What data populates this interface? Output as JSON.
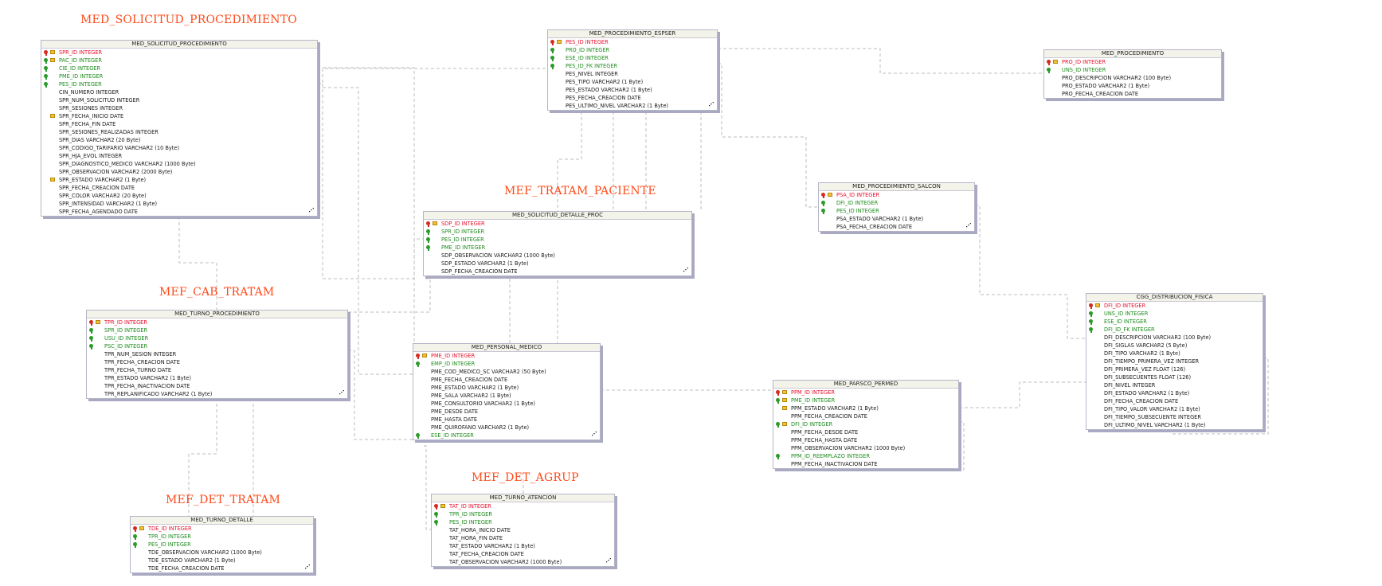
{
  "labels": {
    "mef_solicitud_procedimiento": "MED_SOLICITUD_PROCEDIMIENTO",
    "mef_tratam_paciente": "MEF_TRATAM_PACIENTE",
    "mef_cab_tratam": "MEF_CAB_TRATAM",
    "mef_det_tratam": "MEF_DET_TRATAM",
    "mef_det_agrup": "MEF_DET_AGRUP"
  },
  "colors": {
    "group_label": "#ff4a1a",
    "pk": "#e8112d",
    "fk": "#1e8c1e",
    "normal": "#1a1a1a",
    "connector": "#bdbdbd",
    "title_bg": "#f4f3ea",
    "shadow": "#a9a9c2"
  },
  "entities": {
    "med_solicitud_procedimiento": {
      "title": "MED_SOLICITUD_PROCEDIMIENTO",
      "columns": [
        {
          "text": "SPR_ID INTEGER",
          "kind": "pk",
          "idx": true
        },
        {
          "text": "PAC_ID INTEGER",
          "kind": "fk",
          "idx": true
        },
        {
          "text": "CIE_ID INTEGER",
          "kind": "fk",
          "idx": false
        },
        {
          "text": "PME_ID INTEGER",
          "kind": "fk",
          "idx": false
        },
        {
          "text": "PES_ID INTEGER",
          "kind": "fk",
          "idx": false
        },
        {
          "text": "CIN_NUMERO INTEGER",
          "kind": "normal",
          "idx": false
        },
        {
          "text": "SPR_NUM_SOLICITUD INTEGER",
          "kind": "normal",
          "idx": false
        },
        {
          "text": "SPR_SESIONES INTEGER",
          "kind": "normal",
          "idx": false
        },
        {
          "text": "SPR_FECHA_INICIO DATE",
          "kind": "normal",
          "idx": true
        },
        {
          "text": "SPR_FECHA_FIN DATE",
          "kind": "normal",
          "idx": false
        },
        {
          "text": "SPR_SESIONES_REALIZADAS INTEGER",
          "kind": "normal",
          "idx": false
        },
        {
          "text": "SPR_DIAS VARCHAR2 (20 Byte)",
          "kind": "normal",
          "idx": false
        },
        {
          "text": "SPR_CODIGO_TARIFARIO VARCHAR2 (10 Byte)",
          "kind": "normal",
          "idx": false
        },
        {
          "text": "SPR_HJA_EVOL INTEGER",
          "kind": "normal",
          "idx": false
        },
        {
          "text": "SPR_DIAGNOSTICO_MEDICO VARCHAR2 (1000 Byte)",
          "kind": "normal",
          "idx": false
        },
        {
          "text": "SPR_OBSERVACION VARCHAR2 (2000 Byte)",
          "kind": "normal",
          "idx": false
        },
        {
          "text": "SPR_ESTADO VARCHAR2 (1 Byte)",
          "kind": "normal",
          "idx": true
        },
        {
          "text": "SPR_FECHA_CREACION DATE",
          "kind": "normal",
          "idx": false
        },
        {
          "text": "SPR_COLOR VARCHAR2 (20 Byte)",
          "kind": "normal",
          "idx": false
        },
        {
          "text": "SPR_INTENSIDAD VARCHAR2 (1 Byte)",
          "kind": "normal",
          "idx": false
        },
        {
          "text": "SPR_FECHA_AGENDADO DATE",
          "kind": "normal",
          "idx": false
        }
      ]
    },
    "med_procedimiento_espser": {
      "title": "MED_PROCEDIMIENTO_ESPSER",
      "columns": [
        {
          "text": "PES_ID INTEGER",
          "kind": "pk",
          "idx": true
        },
        {
          "text": "PRO_ID INTEGER",
          "kind": "fk",
          "idx": false
        },
        {
          "text": "ESE_ID INTEGER",
          "kind": "fk",
          "idx": false
        },
        {
          "text": "PES_ID_FK INTEGER",
          "kind": "fk",
          "idx": false
        },
        {
          "text": "PES_NIVEL INTEGER",
          "kind": "normal",
          "idx": false
        },
        {
          "text": "PES_TIPO VARCHAR2 (1 Byte)",
          "kind": "normal",
          "idx": false
        },
        {
          "text": "PES_ESTADO VARCHAR2 (1 Byte)",
          "kind": "normal",
          "idx": false
        },
        {
          "text": "PES_FECHA_CREACION DATE",
          "kind": "normal",
          "idx": false
        },
        {
          "text": "PES_ULTIMO_NIVEL VARCHAR2 (1 Byte)",
          "kind": "normal",
          "idx": false
        }
      ]
    },
    "med_procedimiento": {
      "title": "MED_PROCEDIMIENTO",
      "columns": [
        {
          "text": "PRO_ID INTEGER",
          "kind": "pk",
          "idx": true
        },
        {
          "text": "UNS_ID INTEGER",
          "kind": "fk",
          "idx": false
        },
        {
          "text": "PRO_DESCRIPCION VARCHAR2 (100 Byte)",
          "kind": "normal",
          "idx": false
        },
        {
          "text": "PRO_ESTADO VARCHAR2 (1 Byte)",
          "kind": "normal",
          "idx": false
        },
        {
          "text": "PRO_FECHA_CREACION DATE",
          "kind": "normal",
          "idx": false
        }
      ]
    },
    "med_procedimiento_salcon": {
      "title": "MED_PROCEDIMIENTO_SALCON",
      "columns": [
        {
          "text": "PSA_ID INTEGER",
          "kind": "pk",
          "idx": true
        },
        {
          "text": "DFI_ID INTEGER",
          "kind": "fk",
          "idx": false
        },
        {
          "text": "PES_ID INTEGER",
          "kind": "fk",
          "idx": false
        },
        {
          "text": "PSA_ESTADO VARCHAR2 (1 Byte)",
          "kind": "normal",
          "idx": false
        },
        {
          "text": "PSA_FECHA_CREACION DATE",
          "kind": "normal",
          "idx": false
        }
      ]
    },
    "med_solicitud_detalle_proc": {
      "title": "MED_SOLICITUD_DETALLE_PROC",
      "columns": [
        {
          "text": "SDP_ID INTEGER",
          "kind": "pk",
          "idx": true
        },
        {
          "text": "SPR_ID INTEGER",
          "kind": "fk",
          "idx": false
        },
        {
          "text": "PES_ID INTEGER",
          "kind": "fk",
          "idx": false
        },
        {
          "text": "PME_ID INTEGER",
          "kind": "fk",
          "idx": false
        },
        {
          "text": "SDP_OBSERVACION VARCHAR2 (1000 Byte)",
          "kind": "normal",
          "idx": false
        },
        {
          "text": "SDP_ESTADO VARCHAR2 (1 Byte)",
          "kind": "normal",
          "idx": false
        },
        {
          "text": "SDP_FECHA_CREACION DATE",
          "kind": "normal",
          "idx": false
        }
      ]
    },
    "cgg_distribucion_fisica": {
      "title": "CGG_DISTRIBUCION_FISICA",
      "columns": [
        {
          "text": "DFI_ID INTEGER",
          "kind": "pk",
          "idx": true
        },
        {
          "text": "UNS_ID INTEGER",
          "kind": "fk",
          "idx": false
        },
        {
          "text": "ESE_ID INTEGER",
          "kind": "fk",
          "idx": false
        },
        {
          "text": "DFI_ID_FK INTEGER",
          "kind": "fk",
          "idx": false
        },
        {
          "text": "DFI_DESCRIPCION VARCHAR2 (100 Byte)",
          "kind": "normal",
          "idx": false
        },
        {
          "text": "DFI_SIGLAS VARCHAR2 (5 Byte)",
          "kind": "normal",
          "idx": false
        },
        {
          "text": "DFI_TIPO VARCHAR2 (1 Byte)",
          "kind": "normal",
          "idx": false
        },
        {
          "text": "DFI_TIEMPO_PRIMERA_VEZ INTEGER",
          "kind": "normal",
          "idx": false
        },
        {
          "text": "DFI_PRIMERA_VEZ FLOAT (126)",
          "kind": "normal",
          "idx": false
        },
        {
          "text": "DFI_SUBSECUENTES FLOAT (126)",
          "kind": "normal",
          "idx": false
        },
        {
          "text": "DFI_NIVEL INTEGER",
          "kind": "normal",
          "idx": false
        },
        {
          "text": "DFI_ESTADO VARCHAR2 (1 Byte)",
          "kind": "normal",
          "idx": false
        },
        {
          "text": "DFI_FECHA_CREACION DATE",
          "kind": "normal",
          "idx": false
        },
        {
          "text": "DFI_TIPO_VALOR VARCHAR2 (1 Byte)",
          "kind": "normal",
          "idx": false
        },
        {
          "text": "DFI_TIEMPO_SUBSECUENTE INTEGER",
          "kind": "normal",
          "idx": false
        },
        {
          "text": "DFI_ULTIMO_NIVEL VARCHAR2 (1 Byte)",
          "kind": "normal",
          "idx": false
        }
      ]
    },
    "med_turno_procedimiento": {
      "title": "MED_TURNO_PROCEDIMIENTO",
      "columns": [
        {
          "text": "TPR_ID INTEGER",
          "kind": "pk",
          "idx": true
        },
        {
          "text": "SPR_ID INTEGER",
          "kind": "fk",
          "idx": false
        },
        {
          "text": "USU_ID INTEGER",
          "kind": "fk",
          "idx": false
        },
        {
          "text": "PSC_ID INTEGER",
          "kind": "fk",
          "idx": false
        },
        {
          "text": "TPR_NUM_SESION INTEGER",
          "kind": "normal",
          "idx": false
        },
        {
          "text": "TPR_FECHA_CREACION DATE",
          "kind": "normal",
          "idx": false
        },
        {
          "text": "TPR_FECHA_TURNO DATE",
          "kind": "normal",
          "idx": false
        },
        {
          "text": "TPR_ESTADO VARCHAR2 (1 Byte)",
          "kind": "normal",
          "idx": false
        },
        {
          "text": "TPR_FECHA_INACTIVACION DATE",
          "kind": "normal",
          "idx": false
        },
        {
          "text": "TPR_REPLANIFICADO VARCHAR2 (1 Byte)",
          "kind": "normal",
          "idx": false
        }
      ]
    },
    "med_personal_medico": {
      "title": "MED_PERSONAL_MEDICO",
      "columns": [
        {
          "text": "PME_ID INTEGER",
          "kind": "pk",
          "idx": true
        },
        {
          "text": "EMP_ID INTEGER",
          "kind": "fk",
          "idx": false
        },
        {
          "text": "PME_COD_MEDICO_SC VARCHAR2 (50 Byte)",
          "kind": "normal",
          "idx": false
        },
        {
          "text": "PME_FECHA_CREACION DATE",
          "kind": "normal",
          "idx": false
        },
        {
          "text": "PME_ESTADO VARCHAR2 (1 Byte)",
          "kind": "normal",
          "idx": false
        },
        {
          "text": "PME_SALA VARCHAR2 (1 Byte)",
          "kind": "normal",
          "idx": false
        },
        {
          "text": "PME_CONSULTORIO VARCHAR2 (1 Byte)",
          "kind": "normal",
          "idx": false
        },
        {
          "text": "PME_DESDE DATE",
          "kind": "normal",
          "idx": false
        },
        {
          "text": "PME_HASTA DATE",
          "kind": "normal",
          "idx": false
        },
        {
          "text": "PME_QUIROFANO VARCHAR2 (1 Byte)",
          "kind": "normal",
          "idx": false
        },
        {
          "text": "ESE_ID INTEGER",
          "kind": "fk",
          "idx": false
        }
      ]
    },
    "med_parsco_permed": {
      "title": "MED_PARSCO_PERMED",
      "columns": [
        {
          "text": "PPM_ID INTEGER",
          "kind": "pk",
          "idx": true
        },
        {
          "text": "PME_ID INTEGER",
          "kind": "fk",
          "idx": true
        },
        {
          "text": "PPM_ESTADO VARCHAR2 (1 Byte)",
          "kind": "normal",
          "idx": true
        },
        {
          "text": "PPM_FECHA_CREACION DATE",
          "kind": "normal",
          "idx": false
        },
        {
          "text": "DFI_ID INTEGER",
          "kind": "fk",
          "idx": true
        },
        {
          "text": "PPM_FECHA_DESDE DATE",
          "kind": "normal",
          "idx": false
        },
        {
          "text": "PPM_FECHA_HASTA DATE",
          "kind": "normal",
          "idx": false
        },
        {
          "text": "PPM_OBSERVACION VARCHAR2 (1000 Byte)",
          "kind": "normal",
          "idx": false
        },
        {
          "text": "PPM_ID_REEMPLAZO INTEGER",
          "kind": "fk",
          "idx": false
        },
        {
          "text": "PPM_FECHA_INACTIVACION DATE",
          "kind": "normal",
          "idx": false
        }
      ]
    },
    "med_turno_atencion": {
      "title": "MED_TURNO_ATENCION",
      "columns": [
        {
          "text": "TAT_ID INTEGER",
          "kind": "pk",
          "idx": true
        },
        {
          "text": "TPR_ID INTEGER",
          "kind": "fk",
          "idx": false
        },
        {
          "text": "PES_ID INTEGER",
          "kind": "fk",
          "idx": false
        },
        {
          "text": "TAT_HORA_INICIO DATE",
          "kind": "normal",
          "idx": false
        },
        {
          "text": "TAT_HORA_FIN DATE",
          "kind": "normal",
          "idx": false
        },
        {
          "text": "TAT_ESTADO VARCHAR2 (1 Byte)",
          "kind": "normal",
          "idx": false
        },
        {
          "text": "TAT_FECHA_CREACION DATE",
          "kind": "normal",
          "idx": false
        },
        {
          "text": "TAT_OBSERVACION VARCHAR2 (1000 Byte)",
          "kind": "normal",
          "idx": false
        }
      ]
    },
    "med_turno_detalle": {
      "title": "MED_TURNO_DETALLE",
      "columns": [
        {
          "text": "TDE_ID INTEGER",
          "kind": "pk",
          "idx": true
        },
        {
          "text": "TPR_ID INTEGER",
          "kind": "fk",
          "idx": false
        },
        {
          "text": "PES_ID INTEGER",
          "kind": "fk",
          "idx": false
        },
        {
          "text": "TDE_OBSERVACION VARCHAR2 (1000 Byte)",
          "kind": "normal",
          "idx": false
        },
        {
          "text": "TDE_ESTADO VARCHAR2 (1 Byte)",
          "kind": "normal",
          "idx": false
        },
        {
          "text": "TDE_FECHA_CREACION DATE",
          "kind": "normal",
          "idx": false
        }
      ]
    }
  }
}
